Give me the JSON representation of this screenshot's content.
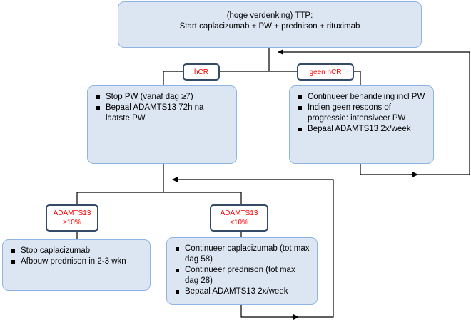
{
  "start_box": {
    "line1": "(hoge verdenking) TTP:",
    "line2": "Start caplacizumab + PW + prednison + rituximab"
  },
  "labels": {
    "hcr": "hCR",
    "geen_hcr": "geen hCR",
    "adamts13_high": [
      "ADAMTS13",
      "≥10%"
    ],
    "adamts13_low": [
      "ADAMTS13",
      "<10%"
    ]
  },
  "boxes": {
    "hcr": [
      "Stop PW (vanaf dag ≥7)",
      "Bepaal ADAMTS13 72h na laatste PW"
    ],
    "geen_hcr": [
      "Continueer behandeling incl PW",
      "Indien geen respons of progressie: intensiveer PW",
      "Bepaal ADAMTS13 2x/week"
    ],
    "adamts13_high": [
      "Stop caplacizumab",
      "Afbouw prednison in 2-3 wkn"
    ],
    "adamts13_low": [
      "Continueer caplacizumab (tot max dag 58)",
      "Continueer prednison (tot max dag 28)",
      "Bepaal ADAMTS13 2x/week"
    ]
  }
}
